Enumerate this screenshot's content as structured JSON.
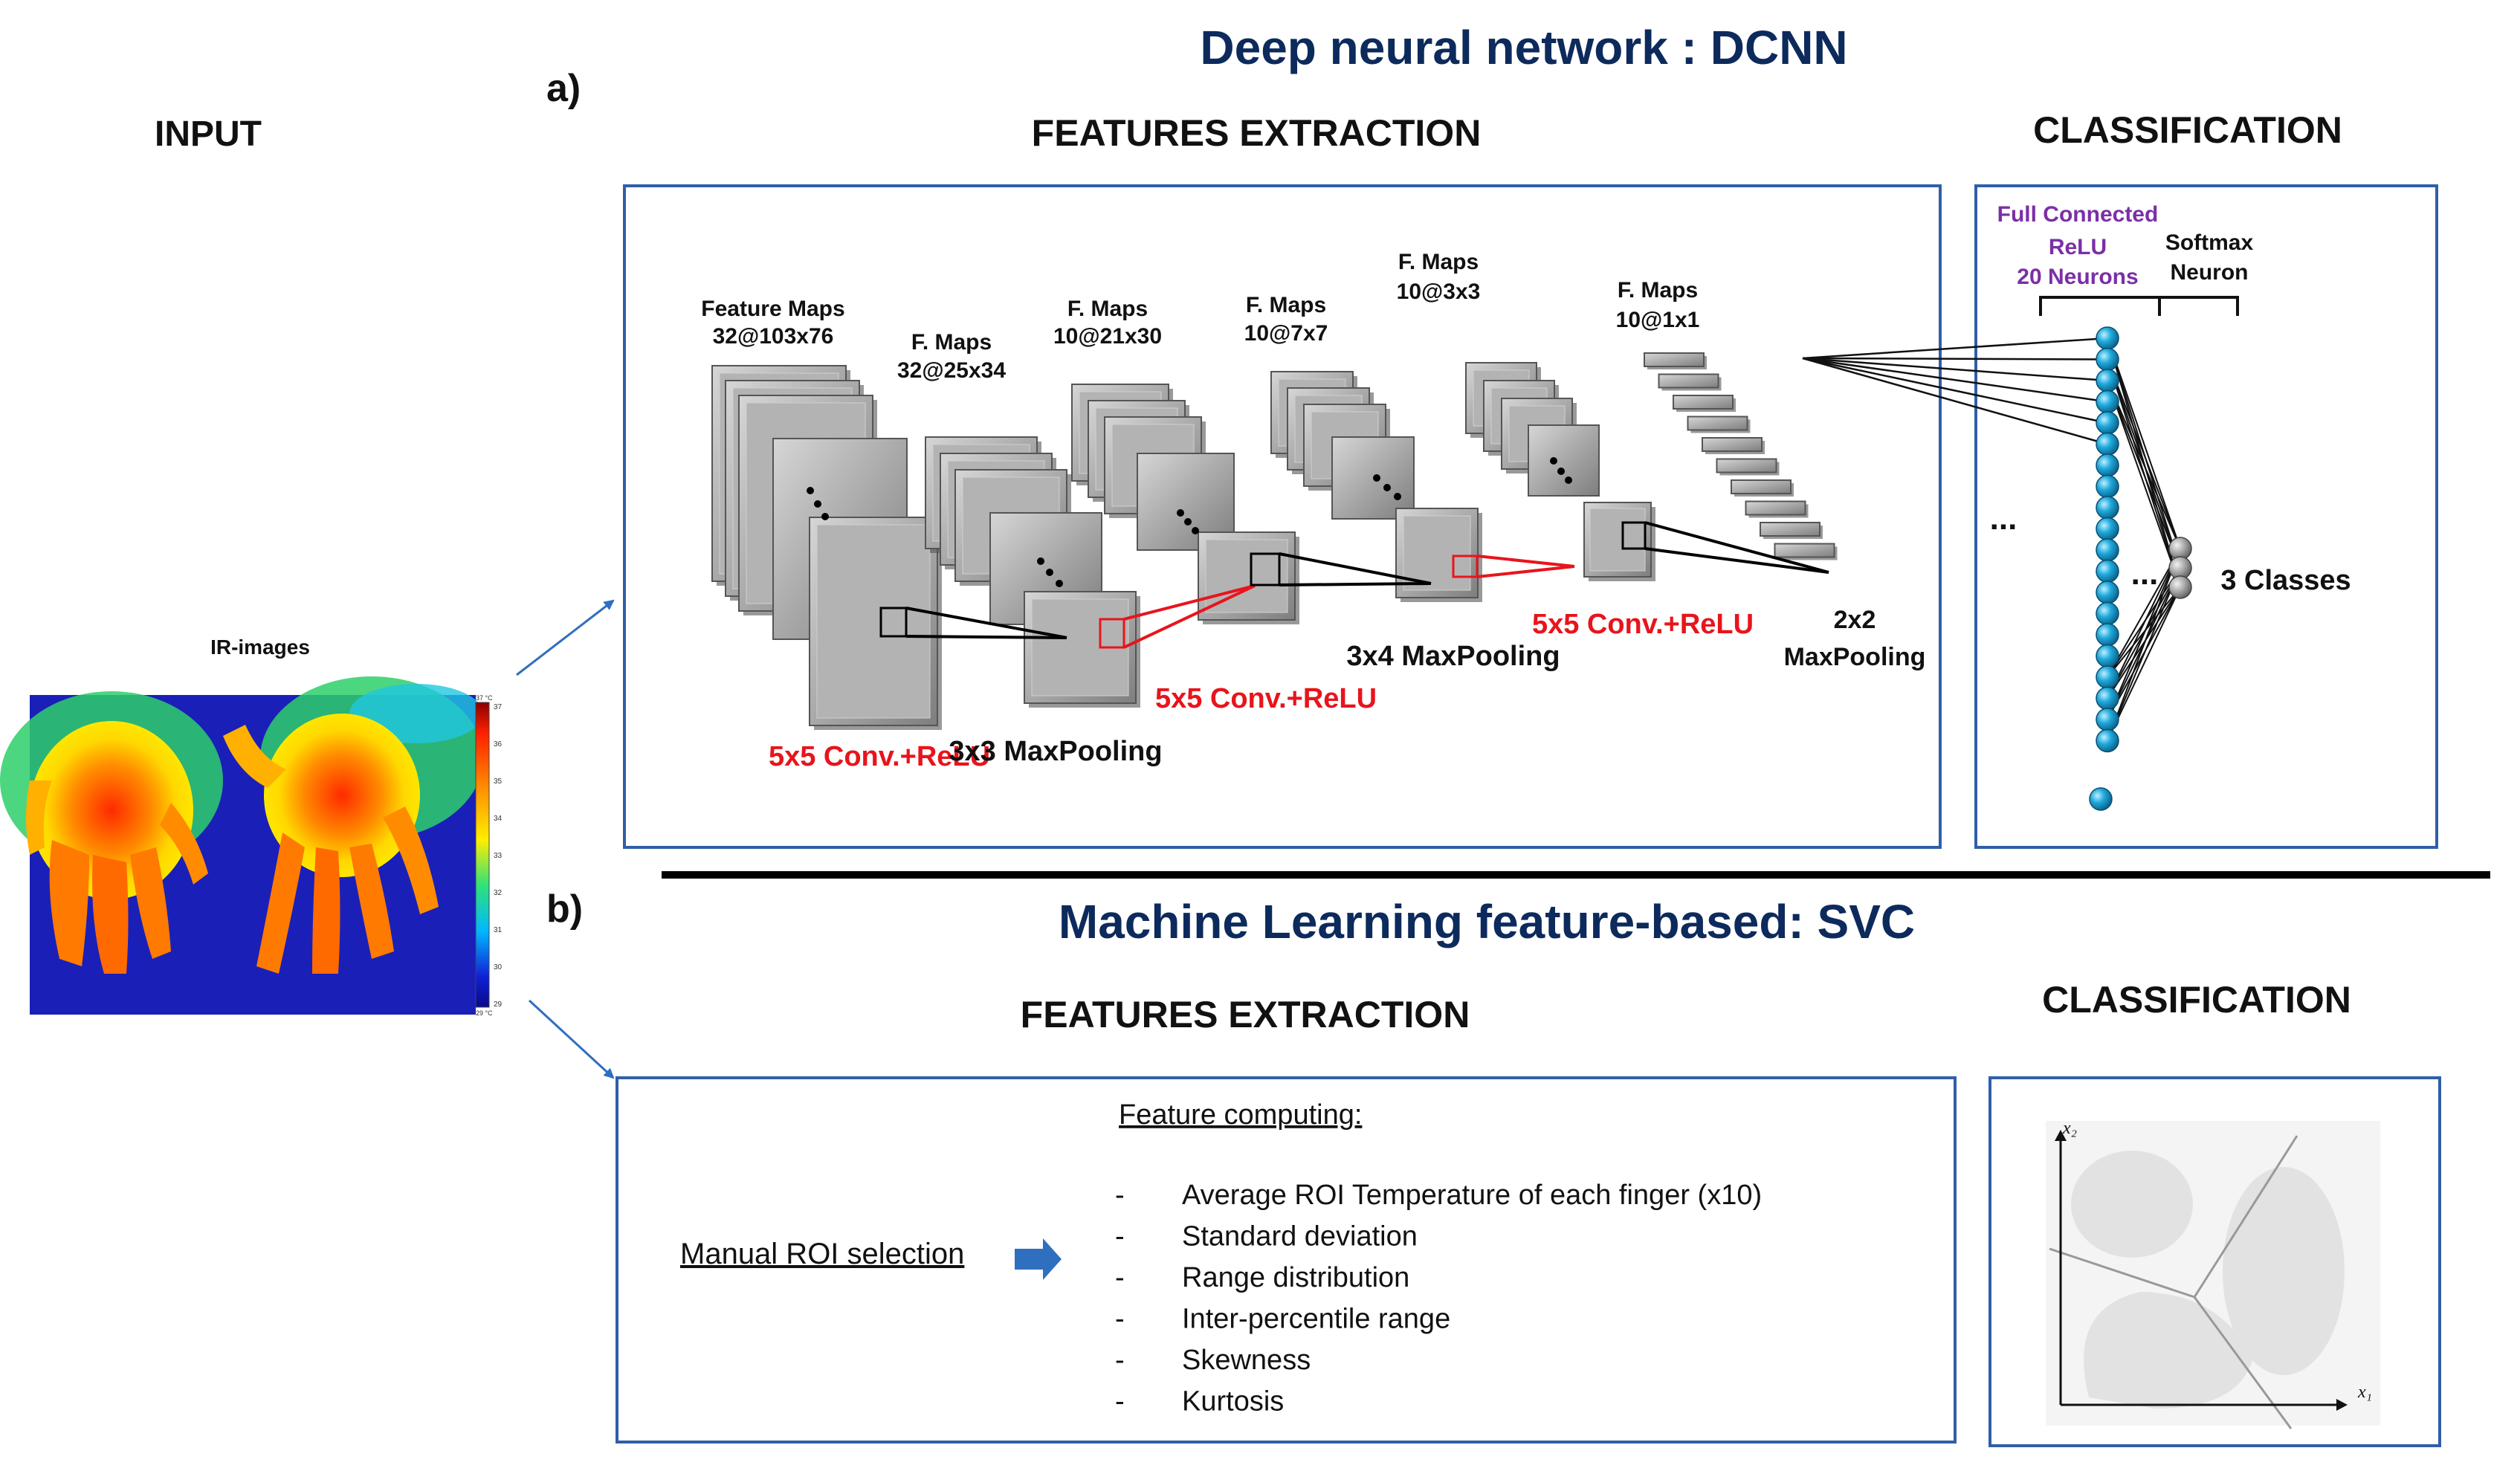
{
  "title_a": "Deep neural network : DCNN",
  "title_b": "Machine Learning feature-based: SVC",
  "label_a": "a)",
  "label_b": "b)",
  "input_header": "INPUT",
  "ir_images_label": "IR-images",
  "colorbar_ticks": [
    "37",
    "36",
    "35",
    "34",
    "33",
    "32",
    "31",
    "30",
    "29"
  ],
  "colorbar_top_label": "37 °C",
  "colorbar_bottom_label": "29 °C",
  "features_extraction_a": "FEATURES EXTRACTION",
  "classification_a": "CLASSIFICATION",
  "features_extraction_b": "FEATURES EXTRACTION",
  "classification_b": "CLASSIFICATION",
  "maps": [
    {
      "line1": "Feature Maps",
      "line2": "32@103x76"
    },
    {
      "line1": "F. Maps",
      "line2": "32@25x34"
    },
    {
      "line1": "F. Maps",
      "line2": "10@21x30"
    },
    {
      "line1": "F. Maps",
      "line2": "10@7x7"
    },
    {
      "line1": "F. Maps",
      "line2": "10@3x3"
    },
    {
      "line1": "F. Maps",
      "line2": "10@1x1"
    }
  ],
  "ops": {
    "conv1": "5x5 Conv.+ReLU",
    "pool1": "3x3 MaxPooling",
    "conv2": "5x5 Conv.+ReLU",
    "pool2": "3x4 MaxPooling",
    "conv3": "5x5 Conv.+ReLU",
    "pool3_line1": "2x2",
    "pool3_line2": "MaxPooling"
  },
  "fc": {
    "line1": "Full Connected",
    "line2": "ReLU",
    "line3": "20 Neurons"
  },
  "softmax": {
    "line1": "Softmax",
    "line2": "Neuron"
  },
  "dots": "...",
  "classes_label": "3 Classes",
  "manual_roi": "Manual ROI selection",
  "feature_computing_title": "Feature computing:",
  "feature_list": [
    "Average ROI Temperature of each finger   (x10)",
    "Standard deviation",
    "Range distribution",
    "Inter-percentile range",
    "Skewness",
    "Kurtosis"
  ],
  "svc_axis_y": "x₂",
  "svc_axis_x": "x₁",
  "colors": {
    "navy": "#0d2a5c",
    "frame_blue": "#2f5fa8",
    "red": "#e8141c",
    "purple": "#7b2fa6",
    "neuron_blue": "#1aa7d9",
    "map_gray": "#a8a8a8"
  }
}
